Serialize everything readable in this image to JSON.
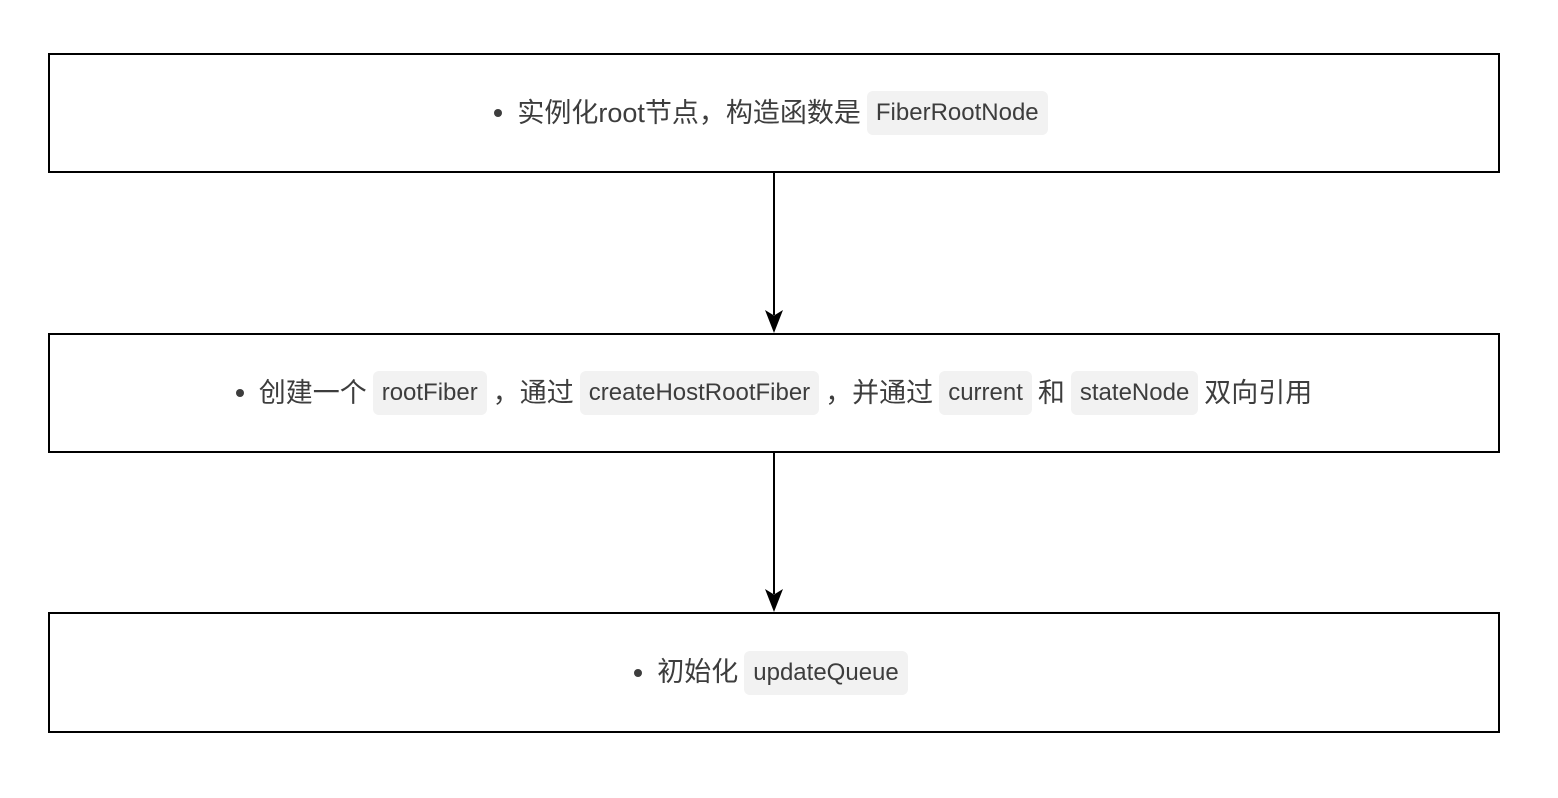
{
  "diagram": {
    "type": "flowchart",
    "direction": "top-down",
    "colors": {
      "background": "#ffffff",
      "box_border": "#000000",
      "text": "#3d3d3d",
      "code_background": "#f2f2f2",
      "arrow": "#000000"
    },
    "boxes": [
      {
        "name": "step-create-fiber-root-node",
        "bullet": "•",
        "segments": [
          {
            "type": "text",
            "value": "实例化root节点，构造函数是"
          },
          {
            "type": "code",
            "value": "FiberRootNode"
          }
        ]
      },
      {
        "name": "step-create-root-fiber",
        "bullet": "•",
        "segments": [
          {
            "type": "text",
            "value": "创建一个"
          },
          {
            "type": "code",
            "value": "rootFiber"
          },
          {
            "type": "text",
            "value": "，通过"
          },
          {
            "type": "code",
            "value": "createHostRootFiber"
          },
          {
            "type": "text",
            "value": "，并通过"
          },
          {
            "type": "code",
            "value": "current"
          },
          {
            "type": "text",
            "value": "和"
          },
          {
            "type": "code",
            "value": "stateNode"
          },
          {
            "type": "text",
            "value": "双向引用"
          }
        ]
      },
      {
        "name": "step-init-update-queue",
        "bullet": "•",
        "segments": [
          {
            "type": "text",
            "value": "初始化"
          },
          {
            "type": "code",
            "value": "updateQueue"
          }
        ]
      }
    ],
    "connectors": [
      {
        "from": "step-create-fiber-root-node",
        "to": "step-create-root-fiber"
      },
      {
        "from": "step-create-root-fiber",
        "to": "step-init-update-queue"
      }
    ]
  }
}
